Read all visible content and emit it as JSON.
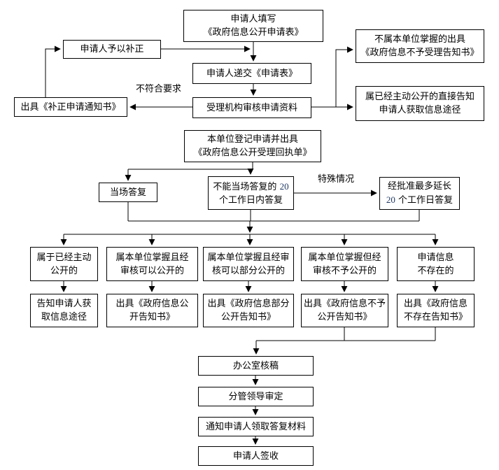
{
  "diagram": {
    "type": "flowchart",
    "language": "zh-CN",
    "topic": "政府信息公开申请办理流程",
    "colors": {
      "background": "#ffffff",
      "line": "#000000",
      "text": "#000000",
      "number_accent": "#1f3864"
    },
    "nodes": {
      "fill_form": {
        "lines": [
          "申请人填写",
          "《政府信息公开申请表》"
        ]
      },
      "supplement": {
        "lines": [
          "申请人予以补正"
        ]
      },
      "not_held": {
        "lines": [
          "不属本单位掌握的出具",
          "《政府信息不予受理告知书》"
        ]
      },
      "submit_form": {
        "lines": [
          "申请人递交《申请表》"
        ]
      },
      "correction_notice": {
        "lines": [
          "出具《补正申请通知书》"
        ]
      },
      "review": {
        "lines": [
          "受理机构审核申请资料"
        ]
      },
      "already_public_direct": {
        "lines": [
          "属已经主动公开的直接告知",
          "申请人获取信息途径"
        ]
      },
      "register_receipt": {
        "lines": [
          "本单位登记申请并出具",
          "《政府信息公开受理回执单》"
        ]
      },
      "reply_onspot": {
        "lines": [
          "当场答复"
        ]
      },
      "reply_within_20": {
        "lines": [
          "不能当场答复的 20",
          "个工作日内答复"
        ]
      },
      "reply_extend_20": {
        "lines": [
          "经批准最多延长",
          "20 个工作日答复"
        ]
      },
      "cond_already_public": {
        "lines": [
          "属于已经主动",
          "公开的"
        ]
      },
      "cond_can_public": {
        "lines": [
          "属本单位掌握且经",
          "审核可以公开的"
        ]
      },
      "cond_partial_public": {
        "lines": [
          "属本单位掌握且经审",
          "核可以部分公开的"
        ]
      },
      "cond_not_public": {
        "lines": [
          "属本单位掌握但经",
          "审核不予公开的"
        ]
      },
      "cond_not_exist": {
        "lines": [
          "申请信息",
          "不存在的"
        ]
      },
      "act_inform_channel": {
        "lines": [
          "告知申请人获",
          "取信息途径"
        ]
      },
      "act_public_notice": {
        "lines": [
          "出具《政府信息公",
          "开告知书》"
        ]
      },
      "act_partial_notice": {
        "lines": [
          "出具《政府信息部分",
          "公开告知书》"
        ]
      },
      "act_refuse_notice": {
        "lines": [
          "出具《政府信息不予",
          "公开告知书》"
        ]
      },
      "act_notexist_notice": {
        "lines": [
          "出具《政府信息",
          "不存在告知书》"
        ]
      },
      "office_review": {
        "lines": [
          "办公室核稿"
        ]
      },
      "leader_approve": {
        "lines": [
          "分管领导审定"
        ]
      },
      "notify_pickup": {
        "lines": [
          "通知申请人领取答复材料"
        ]
      },
      "sign_receive": {
        "lines": [
          "申请人签收"
        ]
      }
    },
    "edge_labels": {
      "not_conforming": "不符合要求",
      "special_case": "特殊情况"
    }
  }
}
